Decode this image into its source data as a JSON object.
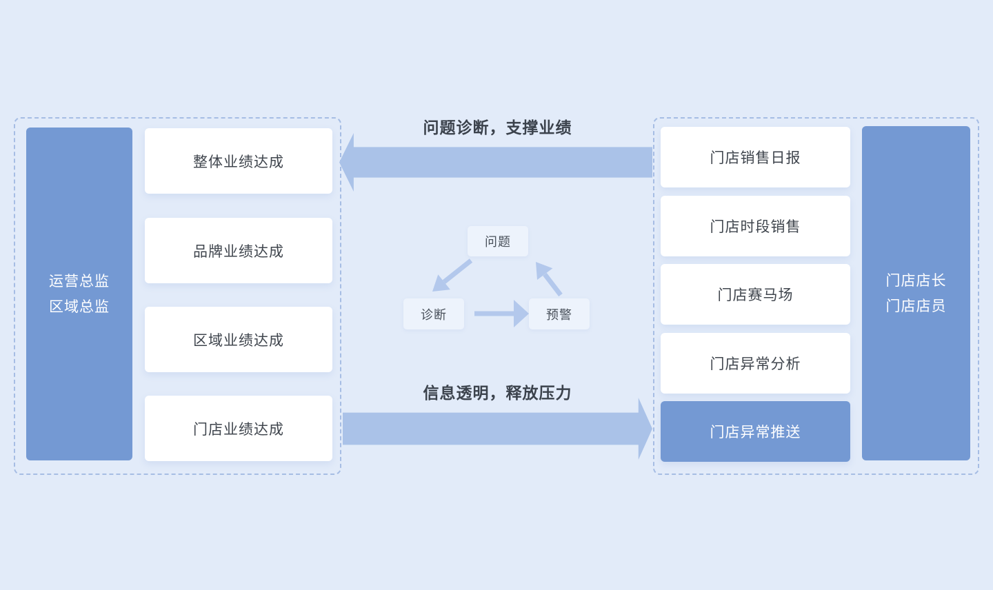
{
  "colors": {
    "page-bg": "#e2ebf9",
    "accent-blue": "#7499d3",
    "arrow-blue": "#aac2e8",
    "cycle-arrow-blue": "#b3c8ec",
    "dash-border": "#a6bde4",
    "card-bg": "#ffffff",
    "cycle-node-bg": "#edf3fc",
    "text-dark": "#3f454d",
    "text-white": "#ffffff"
  },
  "left_group": {
    "role_box": {
      "lines": [
        "运营总监",
        "区域总监"
      ]
    },
    "cards": [
      {
        "label": "整体业绩达成"
      },
      {
        "label": "品牌业绩达成"
      },
      {
        "label": "区域业绩达成"
      },
      {
        "label": "门店业绩达成"
      }
    ]
  },
  "right_group": {
    "cards": [
      {
        "label": "门店销售日报"
      },
      {
        "label": "门店时段销售"
      },
      {
        "label": "门店赛马场"
      },
      {
        "label": "门店异常分析"
      },
      {
        "label": "门店异常推送",
        "highlighted": true
      }
    ],
    "role_box": {
      "lines": [
        "门店店长",
        "门店店员"
      ]
    }
  },
  "flows": {
    "top": {
      "label": "问题诊断，支撑业绩",
      "direction": "left"
    },
    "bottom": {
      "label": "信息透明，释放压力",
      "direction": "right"
    }
  },
  "cycle": {
    "nodes": [
      {
        "id": "problem",
        "label": "问题"
      },
      {
        "id": "diagnose",
        "label": "诊断"
      },
      {
        "id": "alert",
        "label": "预警"
      }
    ],
    "edges": [
      {
        "from": "problem",
        "to": "diagnose"
      },
      {
        "from": "diagnose",
        "to": "alert"
      },
      {
        "from": "alert",
        "to": "problem"
      }
    ]
  }
}
